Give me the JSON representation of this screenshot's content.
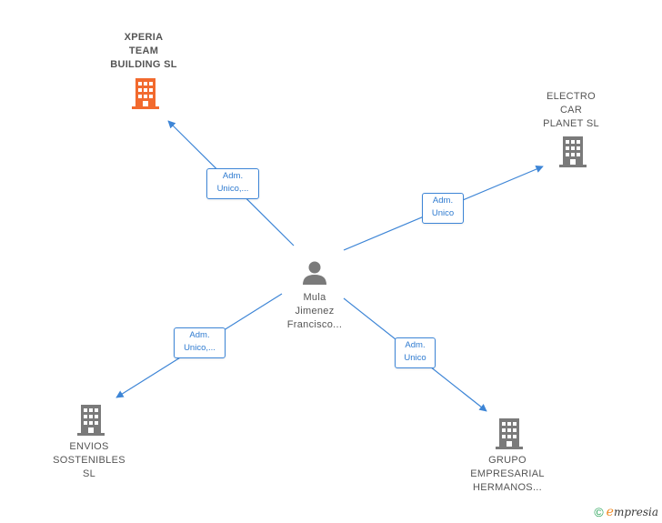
{
  "colors": {
    "edge": "#3d85d6",
    "highlight_building": "#f26a2e",
    "building": "#7a7a7a",
    "person": "#7a7a7a"
  },
  "person": {
    "icon": "person-icon",
    "lines": [
      "Mula",
      "Jimenez",
      "Francisco..."
    ]
  },
  "companies": [
    {
      "id": "xperia",
      "lines": [
        "XPERIA",
        "TEAM",
        "BUILDING  SL"
      ],
      "icon": "building-icon",
      "highlight": true
    },
    {
      "id": "electro",
      "lines": [
        "ELECTRO",
        "CAR",
        "PLANET  SL"
      ],
      "icon": "building-icon",
      "highlight": false
    },
    {
      "id": "envios",
      "lines": [
        "ENVIOS",
        "SOSTENIBLES",
        "SL"
      ],
      "icon": "building-icon",
      "highlight": false
    },
    {
      "id": "grupo",
      "lines": [
        "GRUPO",
        "EMPRESARIAL",
        "HERMANOS..."
      ],
      "icon": "building-icon",
      "highlight": false
    }
  ],
  "edges": [
    {
      "to": "xperia",
      "lines": [
        "Adm.",
        "Unico,..."
      ]
    },
    {
      "to": "electro",
      "lines": [
        "Adm.",
        "Unico"
      ]
    },
    {
      "to": "envios",
      "lines": [
        "Adm.",
        "Unico,..."
      ]
    },
    {
      "to": "grupo",
      "lines": [
        "Adm.",
        "Unico"
      ]
    }
  ],
  "footer": {
    "copyright_symbol": "©",
    "brand_first": "e",
    "brand_rest": "mpresia"
  }
}
